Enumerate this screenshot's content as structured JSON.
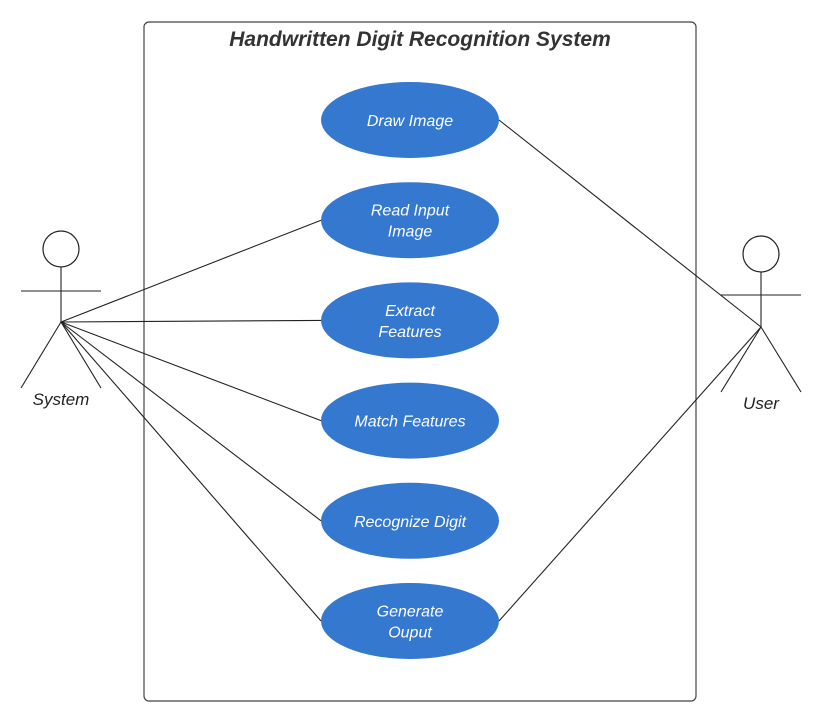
{
  "diagram": {
    "title": "Handwritten Digit Recognition System",
    "colors": {
      "use_case_fill": "#3478d0",
      "use_case_text": "#ffffff",
      "line": "#222222",
      "boundary": "#444444"
    },
    "actors": {
      "system": {
        "label": "System",
        "icon": "stick-figure-icon"
      },
      "user": {
        "label": "User",
        "icon": "stick-figure-icon"
      }
    },
    "use_cases": [
      {
        "id": "draw",
        "lines": [
          "Draw Image"
        ]
      },
      {
        "id": "read",
        "lines": [
          "Read Input",
          "Image"
        ]
      },
      {
        "id": "extract",
        "lines": [
          "Extract",
          "Features"
        ]
      },
      {
        "id": "match",
        "lines": [
          "Match Features"
        ]
      },
      {
        "id": "recognize",
        "lines": [
          "Recognize Digit"
        ]
      },
      {
        "id": "generate",
        "lines": [
          "Generate",
          "Ouput"
        ]
      }
    ],
    "associations": [
      {
        "actor": "system",
        "use_case": "read"
      },
      {
        "actor": "system",
        "use_case": "extract"
      },
      {
        "actor": "system",
        "use_case": "match"
      },
      {
        "actor": "system",
        "use_case": "recognize"
      },
      {
        "actor": "system",
        "use_case": "generate"
      },
      {
        "actor": "user",
        "use_case": "draw"
      },
      {
        "actor": "user",
        "use_case": "generate"
      }
    ]
  }
}
